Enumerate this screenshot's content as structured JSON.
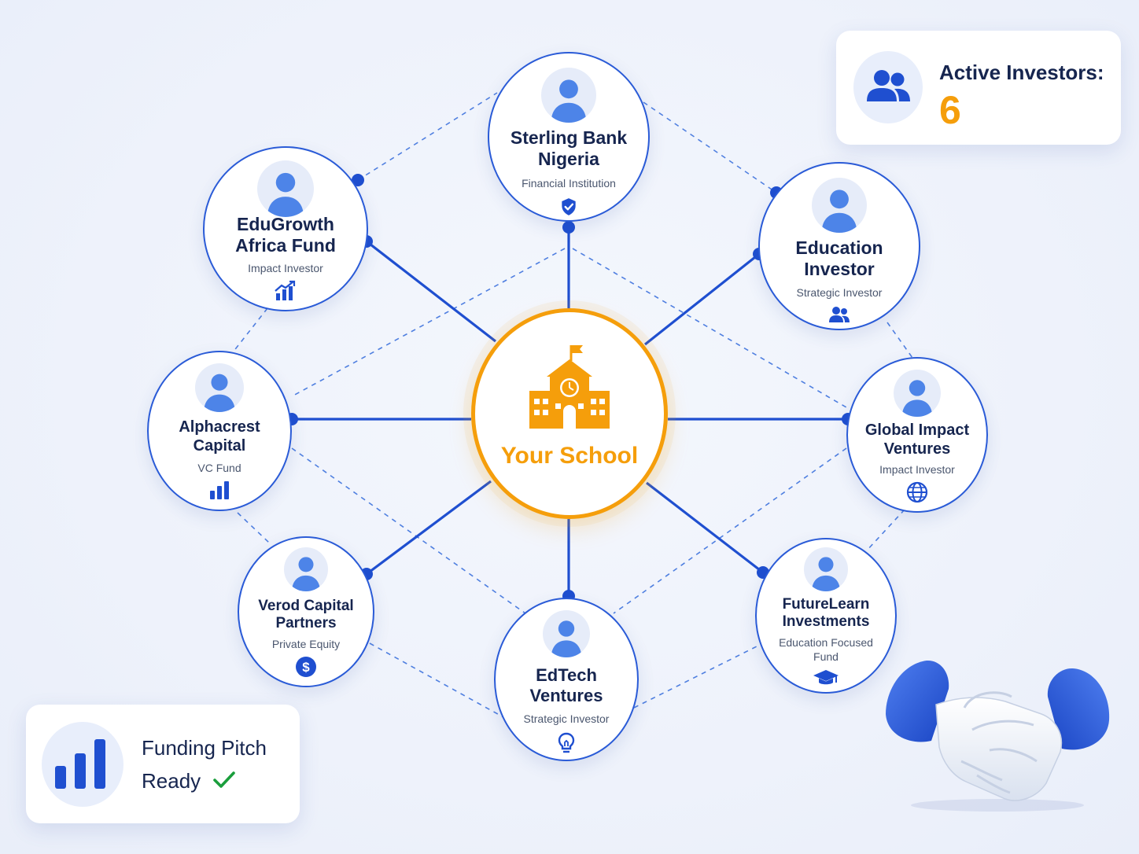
{
  "center": {
    "label": "Your School",
    "color": "#f59e0b"
  },
  "investors_card": {
    "title": "Active Investors:",
    "count": "6"
  },
  "pitch_card": {
    "line1": "Funding Pitch",
    "line2": "Ready"
  },
  "nodes": [
    {
      "id": "sterling",
      "name_lines": [
        "Sterling Bank",
        "Nigeria"
      ],
      "role": "Financial Institution",
      "icon": "shield-check-icon"
    },
    {
      "id": "edugrowth",
      "name_lines": [
        "EduGrowth",
        "Africa Fund"
      ],
      "role": "Impact Investor",
      "icon": "growth-chart-icon"
    },
    {
      "id": "education",
      "name_lines": [
        "Education",
        "Investor"
      ],
      "role": "Strategic Investor",
      "icon": "users-icon"
    },
    {
      "id": "alphacrest",
      "name_lines": [
        "Alphacrest",
        "Capital"
      ],
      "role": "VC Fund",
      "icon": "bar-chart-icon"
    },
    {
      "id": "global",
      "name_lines": [
        "Global Impact",
        "Ventures"
      ],
      "role": "Impact Investor",
      "icon": "globe-icon"
    },
    {
      "id": "verod",
      "name_lines": [
        "Verod Capital",
        "Partners"
      ],
      "role": "Private Equity",
      "icon": "dollar-icon"
    },
    {
      "id": "edtech",
      "name_lines": [
        "EdTech",
        "Ventures"
      ],
      "role": "Strategic Investor",
      "icon": "lightbulb-icon"
    },
    {
      "id": "futurelearn",
      "name_lines": [
        "FutureLearn",
        "Investments"
      ],
      "role_lines": [
        "Education Focused",
        "Fund"
      ],
      "icon": "graduation-cap-icon"
    }
  ],
  "colors": {
    "primary_blue": "#1f4fd0",
    "accent_orange": "#f59e0b",
    "check_green": "#1a9e3c",
    "title_navy": "#16254f"
  }
}
